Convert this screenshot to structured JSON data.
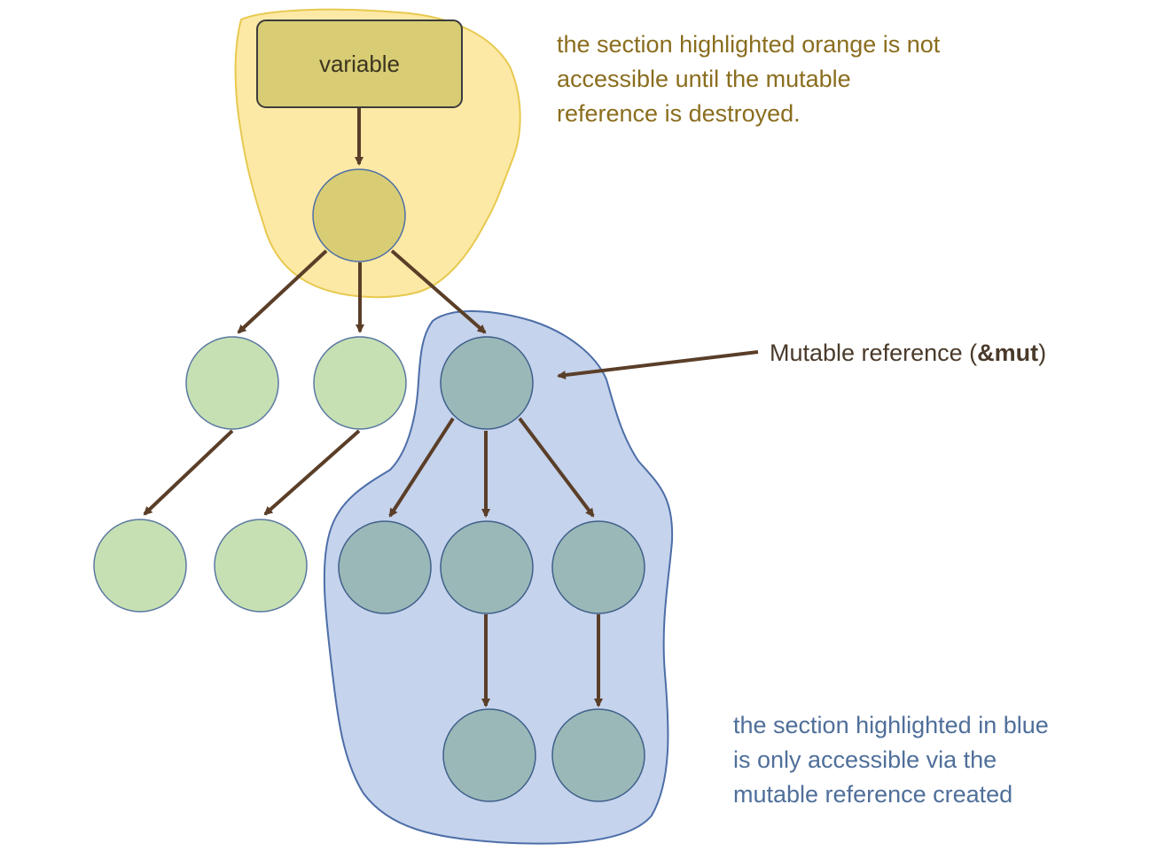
{
  "variable_label": "variable",
  "mutable_ref": {
    "prefix": "Mutable reference (",
    "bold": "&mut",
    "suffix": ")"
  },
  "orange_note": [
    "the section highlighted orange is not",
    "accessible until the mutable",
    "reference is destroyed."
  ],
  "blue_note": [
    "the section highlighted in blue",
    "is only accessible via the",
    "mutable reference created"
  ],
  "colors": {
    "orange_region": "#fde9a6",
    "orange_region_edge": "#e7c94f",
    "blue_region": "#c5d3ec",
    "blue_region_edge": "#4d6ea8",
    "variable_box": "#d8cd74",
    "green_node": "#c6e0b4",
    "green_node_edge": "#5a78a0",
    "teal_node": "#9bb8b8",
    "teal_node_edge": "#3e5f8a",
    "arrow": "#5a3e28"
  }
}
